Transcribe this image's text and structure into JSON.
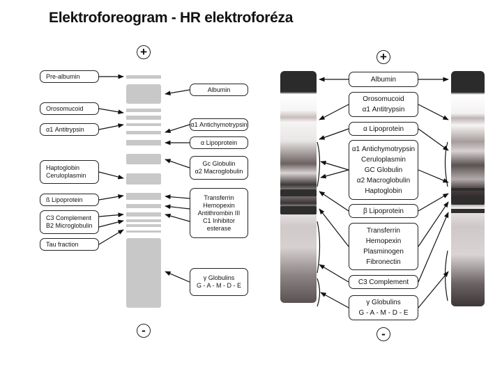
{
  "title": "Elektroforeogram - HR elektroforéza",
  "poles": {
    "plus": "+",
    "minus": "-"
  },
  "left_panel": {
    "left_labels": [
      [
        "Pre-albumin"
      ],
      [
        "Orosomucoid"
      ],
      [
        "α1 Antitrypsin"
      ],
      [
        "Haptoglobin",
        "Ceruloplasmin"
      ],
      [
        "ß Lipoprotein"
      ],
      [
        "C3 Complement",
        "B2 Microglobulin"
      ],
      [
        "Tau fraction"
      ]
    ],
    "right_labels": [
      [
        "Albumin"
      ],
      [
        "α1 Antichymotrypsin"
      ],
      [
        "α Lipoprotein"
      ],
      [
        "Gc Globulin",
        "α2 Macroglobulin"
      ],
      [
        "Transferrin",
        "Hemopexin",
        "Antithrombin III",
        "C1 Inhibitor esterase"
      ],
      [
        "γ Globulins",
        "G - A - M - D - E"
      ]
    ]
  },
  "right_panel": {
    "labels": [
      [
        "Albumin"
      ],
      [
        "Orosomucoid",
        "α1 Antitrypsin"
      ],
      [
        "α Lipoprotein"
      ],
      [
        "α1 Antichymotrypsin",
        "Ceruloplasmin",
        "GC Globulin",
        "α2 Macroglobulin",
        "Haptoglobin"
      ],
      [
        "β Lipoprotein"
      ],
      [
        "Transferrin",
        "Hemopexin",
        "Plasminogen",
        "Fibronectin"
      ],
      [
        "C3 Complement"
      ],
      [
        "γ Globulins",
        "G - A - M - D - E"
      ]
    ]
  },
  "colors": {
    "band": "#c8c8c8",
    "dark_band": "#2e2e2e",
    "border": "#222222"
  }
}
